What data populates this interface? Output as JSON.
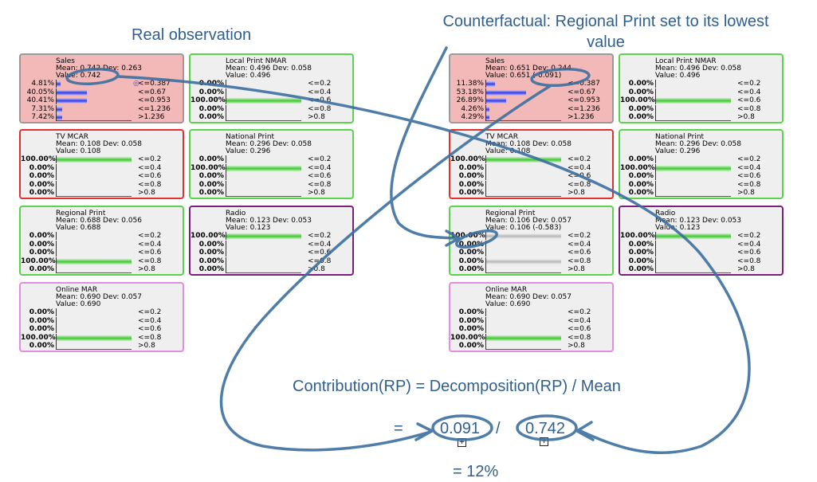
{
  "headings": {
    "left": "Real observation",
    "right_line1": "Counterfactual: Regional Print set to its lowest",
    "right_line2": "value"
  },
  "thresholds": [
    "<=0.2",
    "<=0.4",
    "<=0.6",
    "<=0.8",
    ">0.8"
  ],
  "sales_thresholds": [
    "<=0.387",
    "<=0.67",
    "<=0.953",
    "<=1.236",
    ">1.236"
  ],
  "left_panel": {
    "sales": {
      "title": "Sales",
      "stats": [
        "Mean: 0.742 Dev: 0.263",
        "Value: 0.742"
      ],
      "pcts": [
        "4.81%",
        "40.05%",
        "40.41%",
        "7.31%",
        "7.42%"
      ],
      "fractions": [
        0.0481,
        0.4005,
        0.4041,
        0.0731,
        0.0742
      ]
    },
    "local_print": {
      "title": "Local Print NMAR",
      "stats": [
        "Mean: 0.496 Dev: 0.058",
        "Value: 0.496"
      ],
      "pcts": [
        "0.00%",
        "0.00%",
        "100.00%",
        "0.00%",
        "0.00%"
      ],
      "fractions": [
        0,
        0,
        1,
        0,
        0
      ]
    },
    "tv": {
      "title": "TV MCAR",
      "stats": [
        "Mean: 0.108 Dev: 0.058",
        "Value: 0.108"
      ],
      "pcts": [
        "100.00%",
        "0.00%",
        "0.00%",
        "0.00%",
        "0.00%"
      ],
      "fractions": [
        1,
        0,
        0,
        0,
        0
      ]
    },
    "national_print": {
      "title": "National Print",
      "stats": [
        "Mean: 0.296 Dev: 0.058",
        "Value: 0.296"
      ],
      "pcts": [
        "0.00%",
        "100.00%",
        "0.00%",
        "0.00%",
        "0.00%"
      ],
      "fractions": [
        0,
        1,
        0,
        0,
        0
      ]
    },
    "regional_print": {
      "title": "Regional Print",
      "stats": [
        "Mean: 0.688 Dev: 0.056",
        "Value: 0.688"
      ],
      "pcts": [
        "0.00%",
        "0.00%",
        "0.00%",
        "100.00%",
        "0.00%"
      ],
      "fractions": [
        0,
        0,
        0,
        1,
        0
      ]
    },
    "radio": {
      "title": "Radio",
      "stats": [
        "Mean: 0.123 Dev: 0.053",
        "Value: 0.123"
      ],
      "pcts": [
        "100.00%",
        "0.00%",
        "0.00%",
        "0.00%",
        "0.00%"
      ],
      "fractions": [
        1,
        0,
        0,
        0,
        0
      ]
    },
    "online": {
      "title": "Online MAR",
      "stats": [
        "Mean: 0.690 Dev: 0.057",
        "Value: 0.690"
      ],
      "pcts": [
        "0.00%",
        "0.00%",
        "0.00%",
        "100.00%",
        "0.00%"
      ],
      "fractions": [
        0,
        0,
        0,
        1,
        0
      ]
    }
  },
  "right_panel": {
    "sales": {
      "title": "Sales",
      "stats": [
        "Mean: 0.651 Dev: 0.244",
        "Value: 0.651 (-0.091)"
      ],
      "pcts": [
        "11.38%",
        "53.18%",
        "26.89%",
        "4.26%",
        "4.29%"
      ],
      "fractions": [
        0.1138,
        0.5318,
        0.2689,
        0.0426,
        0.0429
      ]
    },
    "local_print": {
      "title": "Local Print NMAR",
      "stats": [
        "Mean: 0.496 Dev: 0.058",
        "Value: 0.496"
      ],
      "pcts": [
        "0.00%",
        "0.00%",
        "100.00%",
        "0.00%",
        "0.00%"
      ],
      "fractions": [
        0,
        0,
        1,
        0,
        0
      ]
    },
    "tv": {
      "title": "TV MCAR",
      "stats": [
        "Mean: 0.108 Dev: 0.058",
        "Value: 0.108"
      ],
      "pcts": [
        "100.00%",
        "0.00%",
        "0.00%",
        "0.00%",
        "0.00%"
      ],
      "fractions": [
        1,
        0,
        0,
        0,
        0
      ]
    },
    "national_print": {
      "title": "National Print",
      "stats": [
        "Mean: 0.296 Dev: 0.058",
        "Value: 0.296"
      ],
      "pcts": [
        "0.00%",
        "100.00%",
        "0.00%",
        "0.00%",
        "0.00%"
      ],
      "fractions": [
        0,
        1,
        0,
        0,
        0
      ]
    },
    "regional_print": {
      "title": "Regional Print",
      "stats": [
        "Mean: 0.106 Dev: 0.057",
        "Value: 0.106 (-0.583)"
      ],
      "pcts": [
        "100.00%",
        "0.00%",
        "0.00%",
        "0.00%",
        "0.00%"
      ],
      "fractions": [
        1,
        0,
        0,
        0,
        0
      ]
    },
    "radio": {
      "title": "Radio",
      "stats": [
        "Mean: 0.123 Dev: 0.053",
        "Value: 0.123"
      ],
      "pcts": [
        "100.00%",
        "0.00%",
        "0.00%",
        "0.00%",
        "0.00%"
      ],
      "fractions": [
        1,
        0,
        0,
        0,
        0
      ]
    },
    "online": {
      "title": "Online MAR",
      "stats": [
        "Mean: 0.690 Dev: 0.057",
        "Value: 0.690"
      ],
      "pcts": [
        "0.00%",
        "0.00%",
        "0.00%",
        "100.00%",
        "0.00%"
      ],
      "fractions": [
        0,
        0,
        0,
        1,
        0
      ]
    }
  },
  "formula": {
    "line1": "Contribution(RP) = Decomposition(RP) / Mean",
    "equals": "=",
    "numerator": "0.091",
    "slash": "/",
    "denominator": "0.742",
    "result": "= 12%",
    "expand_symbol": "+"
  },
  "colors": {
    "accent": "#2f5f8f",
    "arrow": "#3a6fa0"
  }
}
